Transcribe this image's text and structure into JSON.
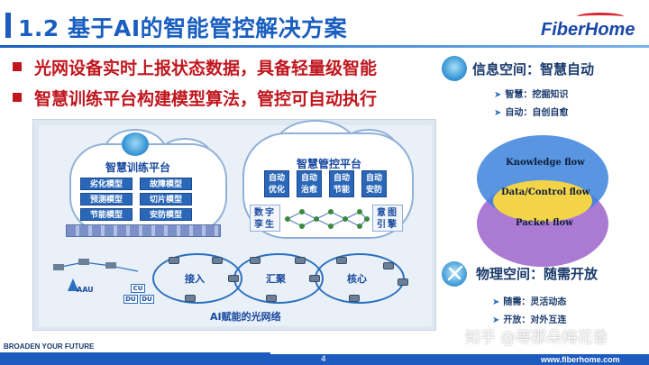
{
  "header": {
    "title": "1.2 基于AI的智能管控解决方案",
    "logo_text": "FiberHome"
  },
  "bullets": [
    "光网设备实时上报状态数据，具备轻量级智能",
    "智慧训练平台构建模型算法，管控可自动执行"
  ],
  "diagram": {
    "training_platform": {
      "title": "智慧训练平台",
      "models": [
        "劣化模型",
        "故障模型",
        "预测模型",
        "切片模型",
        "节能模型",
        "安防模型"
      ]
    },
    "control_platform": {
      "title": "智慧管控平台",
      "functions": [
        "自动优化",
        "自动治愈",
        "自动节能",
        "自动安防"
      ],
      "left_box": "数字孪生",
      "right_box": "意图引擎"
    },
    "network": {
      "rings": [
        "接入",
        "汇聚",
        "核心"
      ],
      "caption": "AI赋能的光网络",
      "aau_label": "AAU",
      "cu_label": "CU",
      "du_labels": [
        "DU",
        "DU"
      ]
    }
  },
  "right_panel": {
    "info_space": {
      "title": "信息空间：智慧自动",
      "items": [
        "智慧：挖掘知识",
        "自动：自创自愈"
      ]
    },
    "venn": {
      "top": "Knowledge flow",
      "middle": "Data/Control flow",
      "bottom": "Packet flow"
    },
    "physical_space": {
      "title": "物理空间：随需开放",
      "items": [
        "随需：灵活动态",
        "开放：对外互连"
      ]
    }
  },
  "footer": {
    "slogan": "BROADEN YOUR FUTURE",
    "page_number": "4",
    "url": "www.fiberhome.com",
    "watermark": "知乎 @等那朵梅花香"
  },
  "colors": {
    "title_blue": "#1a5fc0",
    "bullet_red": "#c0171f",
    "footer_blue": "#1d5bbf"
  }
}
